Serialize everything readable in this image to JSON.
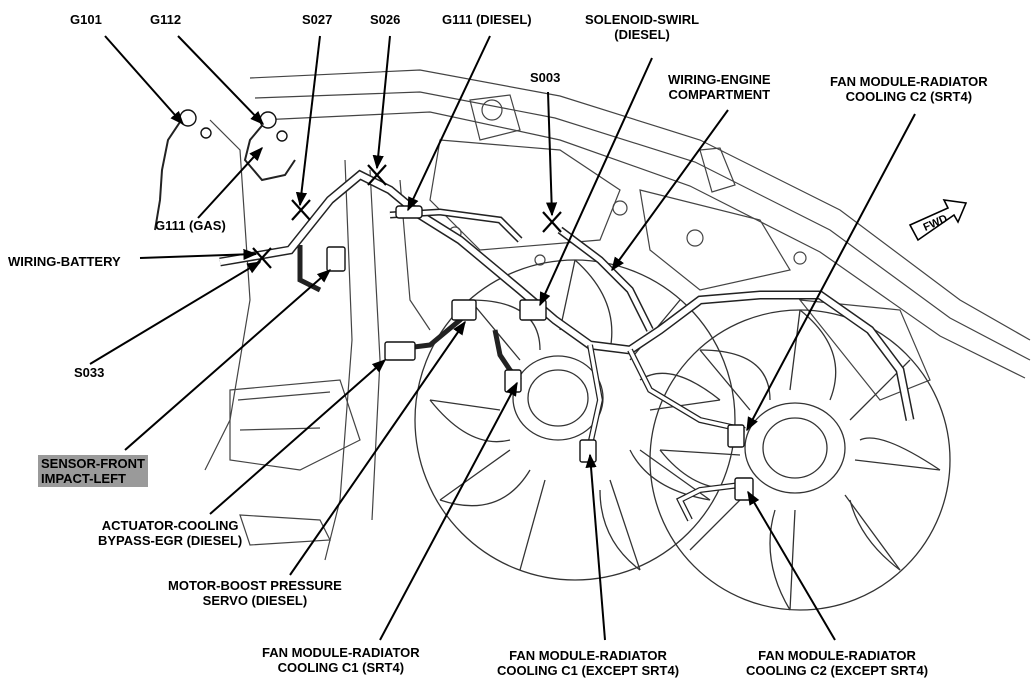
{
  "labels": {
    "g101": "G101",
    "g112": "G112",
    "s027": "S027",
    "s026": "S026",
    "g111_diesel": "G111 (DIESEL)",
    "solenoid_swirl_1": "SOLENOID-SWIRL",
    "solenoid_swirl_2": "(DIESEL)",
    "s003": "S003",
    "wiring_engine_1": "WIRING-ENGINE",
    "wiring_engine_2": "COMPARTMENT",
    "fan_c2_srt4_1": "FAN MODULE-RADIATOR",
    "fan_c2_srt4_2": "COOLING C2 (SRT4)",
    "g111_gas": "G111 (GAS)",
    "wiring_battery": "WIRING-BATTERY",
    "s033": "S033",
    "sensor_front_1": "SENSOR-FRONT",
    "sensor_front_2": "IMPACT-LEFT",
    "actuator_1": "ACTUATOR-COOLING",
    "actuator_2": "BYPASS-EGR (DIESEL)",
    "motor_boost_1": "MOTOR-BOOST PRESSURE",
    "motor_boost_2": "SERVO (DIESEL)",
    "fan_c1_srt4_1": "FAN MODULE-RADIATOR",
    "fan_c1_srt4_2": "COOLING C1 (SRT4)",
    "fan_c1_except_1": "FAN MODULE-RADIATOR",
    "fan_c1_except_2": "COOLING C1 (EXCEPT SRT4)",
    "fan_c2_except_1": "FAN MODULE-RADIATOR",
    "fan_c2_except_2": "COOLING C2 (EXCEPT SRT4)",
    "fwd": "FWD"
  },
  "icons": {
    "direction_arrow": "forward-arrow-icon"
  }
}
